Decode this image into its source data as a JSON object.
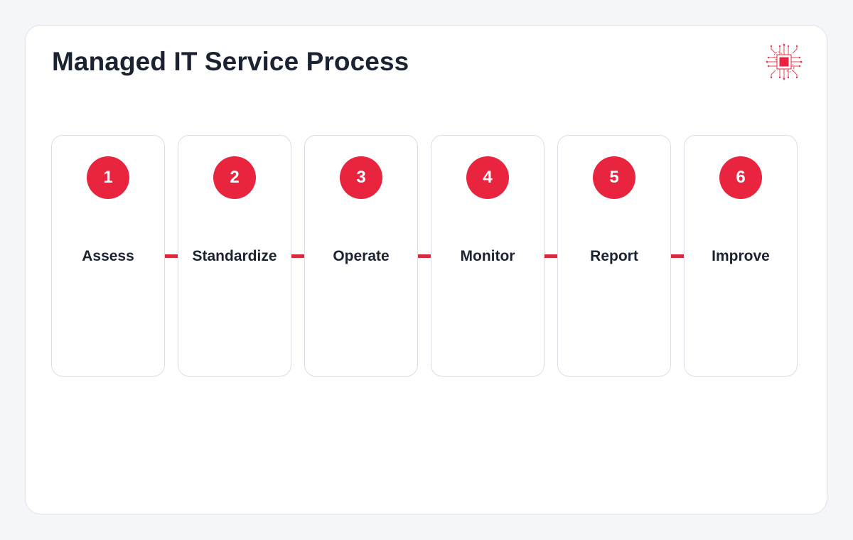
{
  "title": "Managed IT Service Process",
  "logo": {
    "icon": "circuit-chip-icon",
    "color": "#e8243f"
  },
  "steps": [
    {
      "number": "1",
      "label": "Assess"
    },
    {
      "number": "2",
      "label": "Standardize"
    },
    {
      "number": "3",
      "label": "Operate"
    },
    {
      "number": "4",
      "label": "Monitor"
    },
    {
      "number": "5",
      "label": "Report"
    },
    {
      "number": "6",
      "label": "Improve"
    }
  ],
  "colors": {
    "accent": "#e8243f",
    "connector": "#d72a3d",
    "text": "#1b2333",
    "border": "#d9dee7",
    "background": "#f5f6fa"
  }
}
